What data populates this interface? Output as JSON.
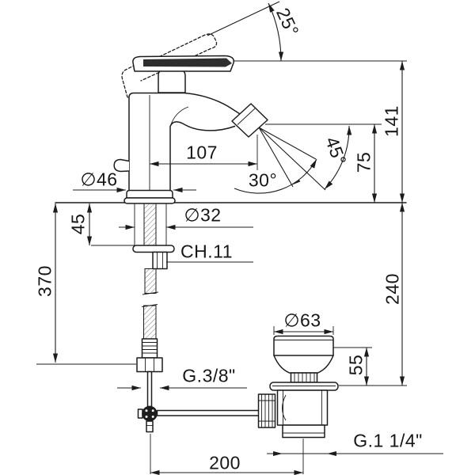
{
  "drawing": {
    "subject": "single-lever bidet mixer with pop-up waste - dimensioned technical drawing",
    "background": "#ffffff",
    "line_color": "#1c1c1c",
    "handle_fill": "#2e2e2e"
  },
  "dimensions": {
    "handle_opening_angle": "25°",
    "spout_reach": "107",
    "spray_adjust_angle": "30°",
    "spray_angle": "45°",
    "spout_height_above_deck": "75",
    "overall_height_above_deck": "141",
    "base_diameter": "∅46",
    "max_mounting_thickness": "45",
    "shank_diameter": "∅32",
    "hex_wrench_size": "CH.11",
    "supply_length_below_deck": "370",
    "deck_to_waste_height": "240",
    "waste_cap_diameter": "∅63",
    "waste_body_height": "55",
    "supply_thread": "G.3/8\"",
    "waste_thread": "G.1 1/4\"",
    "rod_horizontal_reach": "200"
  }
}
